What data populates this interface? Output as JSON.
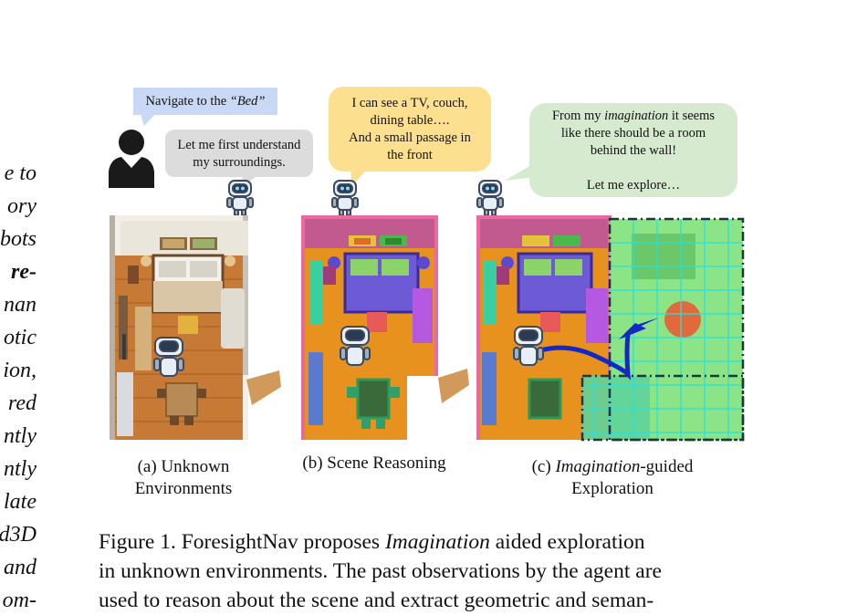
{
  "left_column": [
    {
      "text": "e to",
      "bold": false
    },
    {
      "text": "ory",
      "bold": false
    },
    {
      "text": "bots",
      "bold": false
    },
    {
      "text": "re-",
      "bold": true
    },
    {
      "text": "nan",
      "bold": false
    },
    {
      "text": "otic",
      "bold": false
    },
    {
      "text": "ion,",
      "bold": false
    },
    {
      "text": "red",
      "bold": false
    },
    {
      "text": "ntly",
      "bold": false
    },
    {
      "text": "ntly",
      "bold": false
    },
    {
      "text": "late",
      "bold": false
    },
    {
      "text": "d3D",
      "bold": false
    },
    {
      "text": "and",
      "bold": false
    },
    {
      "text": "om-",
      "bold": false
    }
  ],
  "bubbles": {
    "human": {
      "prefix": "Navigate to the ",
      "target": "“Bed”"
    },
    "robot_a": {
      "line1": "Let me first understand",
      "line2": "my surroundings."
    },
    "robot_b": {
      "line1": "I can see a TV, couch,",
      "line2": "dining table….",
      "line3": "And a small passage in",
      "line4": "the front"
    },
    "robot_c": {
      "line1_pre": "From my ",
      "line1_em": "imagination",
      "line1_post": " it seems",
      "line2": "like there should be a room",
      "line3": "behind the wall!",
      "line4": "Let me explore…"
    }
  },
  "captions": {
    "a_line1": "(a) Unknown",
    "a_line2": "Environments",
    "b": "(b) Scene Reasoning",
    "c_em": "Imagination",
    "c_rest": "-guided",
    "c_line2": "Exploration"
  },
  "figure_caption": {
    "line1_a": "Figure 1.  ForesightNav proposes ",
    "line1_em": "Imagination",
    "line1_b": " aided exploration",
    "line2": "in unknown environments. The past observations by the agent are",
    "line3": "used to reason about the scene and extract geometric and seman-"
  },
  "colors": {
    "human_bubble": "#c9d9f5",
    "robot_a_bubble": "#dcdcdc",
    "robot_b_bubble": "#fde08f",
    "robot_c_bubble": "#d6ead0",
    "grid_overlay": "#7ef7a8",
    "path": "#1428c8",
    "goal_marker": "#e06a3c"
  },
  "icons": [
    "person-icon",
    "robot-icon"
  ]
}
